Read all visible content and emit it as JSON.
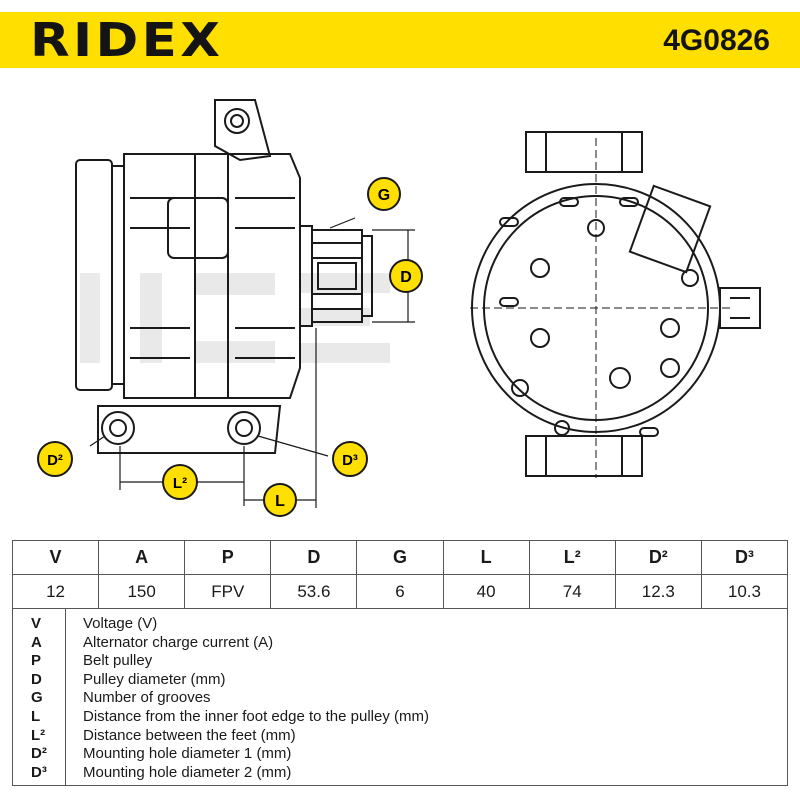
{
  "header": {
    "brand": "RIDEX",
    "part_number": "4G0826"
  },
  "drawing_labels": {
    "g": "G",
    "d": "D",
    "d2": "D²",
    "d3": "D³",
    "l2": "L²",
    "l": "L"
  },
  "spec_table": {
    "headers": [
      "V",
      "A",
      "P",
      "D",
      "G",
      "L",
      "L²",
      "D²",
      "D³"
    ],
    "values": [
      "12",
      "150",
      "FPV",
      "53.6",
      "6",
      "40",
      "74",
      "12.3",
      "10.3"
    ]
  },
  "legend": [
    {
      "symbol": "V",
      "description": "Voltage (V)"
    },
    {
      "symbol": "A",
      "description": "Alternator charge current (A)"
    },
    {
      "symbol": "P",
      "description": "Belt pulley"
    },
    {
      "symbol": "D",
      "description": "Pulley diameter (mm)"
    },
    {
      "symbol": "G",
      "description": "Number of grooves"
    },
    {
      "symbol": "L",
      "description": "Distance from the inner foot edge to the pulley (mm)"
    },
    {
      "symbol": "L²",
      "description": "Distance between the feet (mm)"
    },
    {
      "symbol": "D²",
      "description": "Mounting hole diameter 1 (mm)"
    },
    {
      "symbol": "D³",
      "description": "Mounting hole diameter 2 (mm)"
    }
  ],
  "colors": {
    "header_bg": "#ffdf00",
    "label_circle": "#ffdf00",
    "ink": "#1a1a1a"
  }
}
